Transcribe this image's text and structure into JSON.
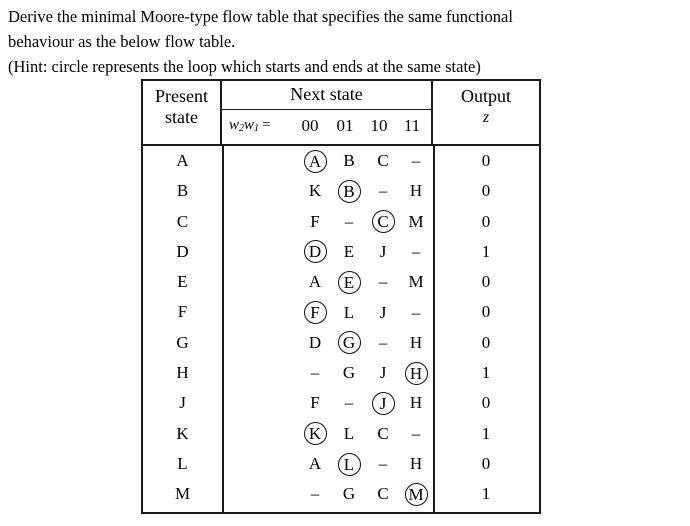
{
  "problem": {
    "lines": [
      "Derive the minimal Moore-type flow table that specifies the same functional",
      "behaviour as the below flow table.",
      "(Hint: circle represents the loop which starts and ends at the same state)"
    ]
  },
  "table": {
    "header": {
      "present_state": "Present",
      "present_state_2": "state",
      "next_state": "Next state",
      "input_label_w": "w",
      "input_label_sub2": "2",
      "input_label_w1": "w",
      "input_label_sub1": "1",
      "input_label_eq": "=",
      "columns": [
        "00",
        "01",
        "10",
        "11"
      ],
      "output": "Output",
      "output_symbol": "z"
    },
    "rows": [
      {
        "present": "A",
        "next": [
          "A",
          "B",
          "C",
          "–"
        ],
        "stable": [
          true,
          false,
          false,
          false
        ],
        "output": "0"
      },
      {
        "present": "B",
        "next": [
          "K",
          "B",
          "–",
          "H"
        ],
        "stable": [
          false,
          true,
          false,
          false
        ],
        "output": "0"
      },
      {
        "present": "C",
        "next": [
          "F",
          "–",
          "C",
          "M"
        ],
        "stable": [
          false,
          false,
          true,
          false
        ],
        "output": "0"
      },
      {
        "present": "D",
        "next": [
          "D",
          "E",
          "J",
          "–"
        ],
        "stable": [
          true,
          false,
          false,
          false
        ],
        "output": "1"
      },
      {
        "present": "E",
        "next": [
          "A",
          "E",
          "–",
          "M"
        ],
        "stable": [
          false,
          true,
          false,
          false
        ],
        "output": "0"
      },
      {
        "present": "F",
        "next": [
          "F",
          "L",
          "J",
          "–"
        ],
        "stable": [
          true,
          false,
          false,
          false
        ],
        "output": "0"
      },
      {
        "present": "G",
        "next": [
          "D",
          "G",
          "–",
          "H"
        ],
        "stable": [
          false,
          true,
          false,
          false
        ],
        "output": "0"
      },
      {
        "present": "H",
        "next": [
          "–",
          "G",
          "J",
          "H"
        ],
        "stable": [
          false,
          false,
          false,
          true
        ],
        "output": "1"
      },
      {
        "present": "J",
        "next": [
          "F",
          "–",
          "J",
          "H"
        ],
        "stable": [
          false,
          false,
          true,
          false
        ],
        "output": "0"
      },
      {
        "present": "K",
        "next": [
          "K",
          "L",
          "C",
          "–"
        ],
        "stable": [
          true,
          false,
          false,
          false
        ],
        "output": "1"
      },
      {
        "present": "L",
        "next": [
          "A",
          "L",
          "–",
          "H"
        ],
        "stable": [
          false,
          true,
          false,
          false
        ],
        "output": "0"
      },
      {
        "present": "M",
        "next": [
          "–",
          "G",
          "C",
          "M"
        ],
        "stable": [
          false,
          false,
          false,
          true
        ],
        "output": "1"
      }
    ]
  },
  "colors": {
    "border": "#1a1a1a",
    "text": "#000000",
    "background": "#ffffff"
  }
}
